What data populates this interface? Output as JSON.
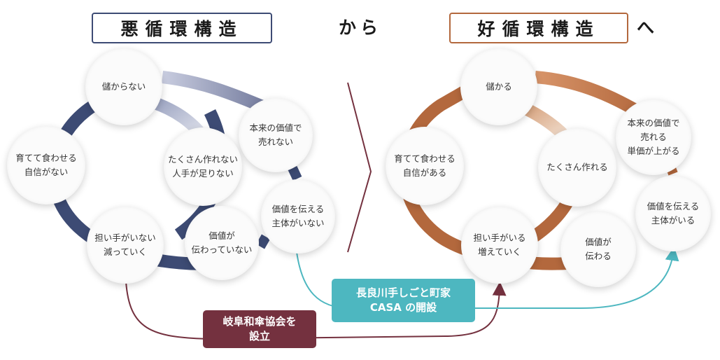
{
  "headings": {
    "bad_title": "悪循環構造",
    "from_word": "から",
    "good_title": "好循環構造",
    "to_word": "へ"
  },
  "vicious_cycle": {
    "color": "#3d4b74",
    "nodes": [
      "儲からない",
      "本来の価値で\n売れない",
      "たくさん作れない\n人手が足りない",
      "育てて食わせる\n自信がない",
      "価値を伝える\n主体がいない",
      "担い手がいない\n減っていく",
      "価値が\n伝わっていない"
    ]
  },
  "virtuous_cycle": {
    "color": "#b3683d",
    "nodes": [
      "儲かる",
      "本来の価値で\n売れる\n単価が上がる",
      "たくさん作れる",
      "育てて食わせる\n自信がある",
      "価値を伝える\n主体がいる",
      "担い手がいる\n増えていく",
      "価値が\n伝わる"
    ]
  },
  "actions": [
    {
      "label": "岐阜和傘協会を\n設立",
      "color": "#74313f"
    },
    {
      "label": "長良川手しごと町家\nCASA の開設",
      "color": "#4db7c0"
    }
  ]
}
